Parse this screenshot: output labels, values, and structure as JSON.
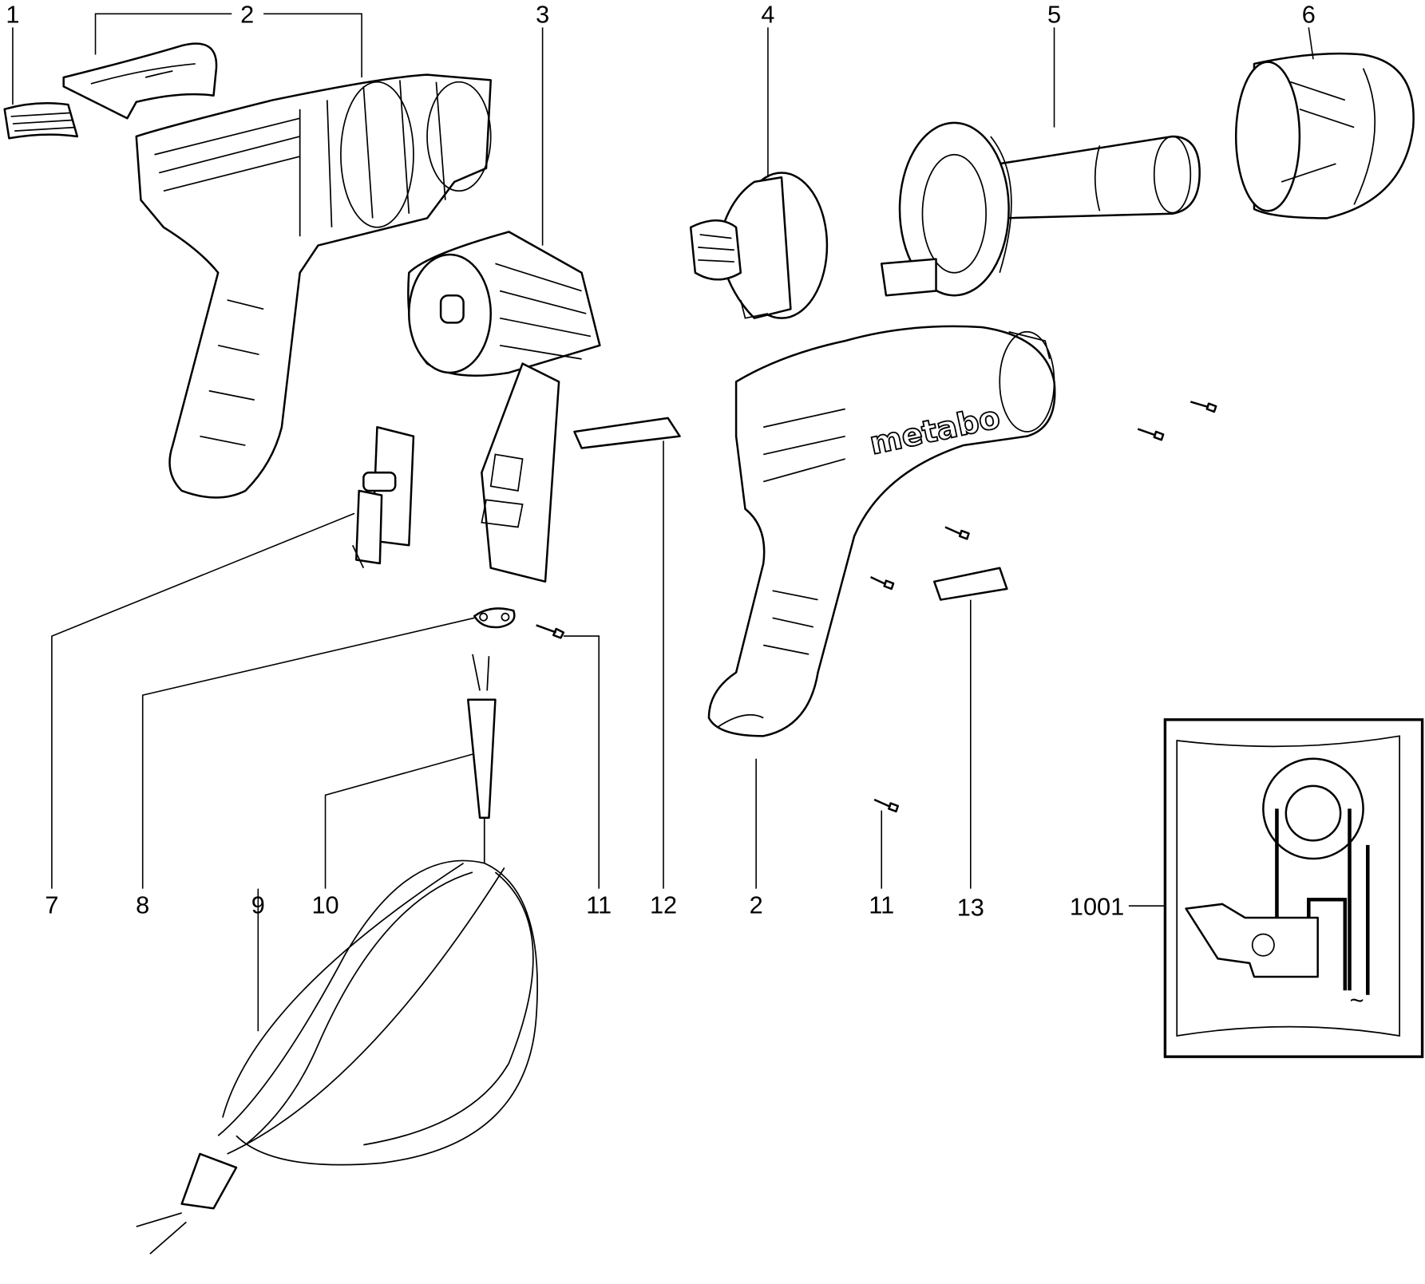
{
  "diagram": {
    "title_logo": "metabo",
    "callouts": {
      "c1": "1",
      "c2a": "2",
      "c3": "3",
      "c4": "4",
      "c5": "5",
      "c6": "6",
      "c7": "7",
      "c8": "8",
      "c9": "9",
      "c10": "10",
      "c11a": "11",
      "c12": "12",
      "c2b": "2",
      "c11b": "11",
      "c13": "13",
      "c1001": "1001"
    },
    "inset_symbol": "~"
  }
}
